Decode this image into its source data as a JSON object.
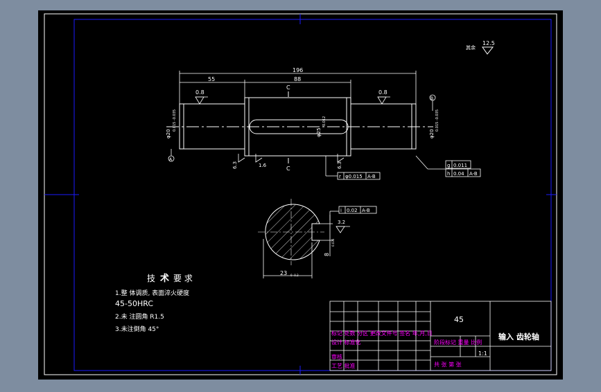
{
  "colors": {
    "background": "#7e8da0",
    "sheet": "#000000",
    "frame": "#1a1aff",
    "line": "#ffffff",
    "table_text": "#ff00ff",
    "title_block": "#ffffff"
  },
  "roughness": {
    "label": "其余",
    "value": "12.5"
  },
  "dimensions": {
    "overall_length": "196",
    "left_step": "55",
    "key_section": "88",
    "section_mark": "C",
    "left_journal_dia": "φ20",
    "left_journal_tol": "0.015 -0.035",
    "center_dia": "φ25",
    "center_tol": "0.012",
    "right_journal_dia": "φ20",
    "right_journal_tol": "0.015 -0.035",
    "rough_left": "0.8",
    "rough_right": "0.8",
    "rough_shoulder_left": "6.3",
    "rough_shoulder_mid": "1.6",
    "rough_shoulder_right": "6.3",
    "datum_a": "A",
    "datum_b": "B",
    "section_key_width": "8",
    "section_key_width_tol": "0.036",
    "section_depth": "23",
    "section_depth_tol": "0 -0.2",
    "section_rough": "3.2"
  },
  "tolerance_frames": {
    "runout": {
      "symbol": "r",
      "value": "φ0.015",
      "datum": "A-B"
    },
    "cylindricity": {
      "symbol": "g",
      "value": "0.011"
    },
    "right_runout": {
      "symbol": "h",
      "value": "0.04",
      "datum": "A-B"
    },
    "symmetry": {
      "symbol": "i",
      "value": "0.02",
      "datum": "A-B"
    }
  },
  "tech_req": {
    "title_a": "技",
    "title_b": "术",
    "title_c": "要 求",
    "line1": "1.整 体调质, 表面淬火硬度",
    "line2": "45-50HRC",
    "line3": "2.未 注圆角 R1.5",
    "line4": "3.未注倒角 45°"
  },
  "title_block": {
    "material": "45",
    "part_name": "输入 齿轮轴",
    "row1": "标记 处数 分区 更改文件号 签名 年,月,日",
    "row2": "设计 标准化",
    "row3": "审核",
    "row4": "工艺 批准",
    "stage_mark": "阶段标记 重量 比例",
    "scale": "1:1",
    "sheets": "共 张 第 张"
  }
}
